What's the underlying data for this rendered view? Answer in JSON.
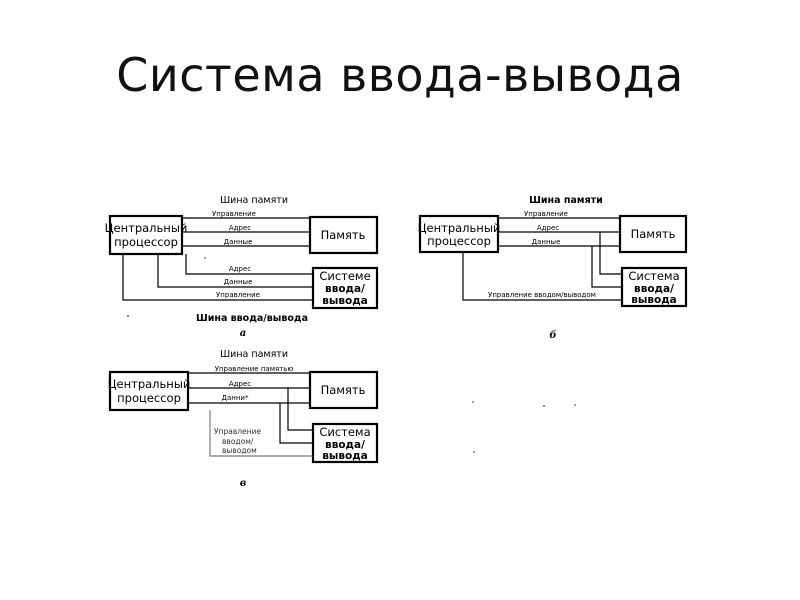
{
  "title": "Система ввода-вывода",
  "diagram_a": {
    "memory_bus_label": "Шина памяти",
    "io_bus_label": "Шина ввода/вывода",
    "cpu": [
      "Центральный",
      "процессор"
    ],
    "memory": "Память",
    "io": [
      "Системе",
      "ввода/",
      "вывода"
    ],
    "top_bus": [
      "Управление",
      "Адрес",
      "Данные"
    ],
    "bottom_bus": [
      "Адрес",
      "Данные",
      "Управление"
    ],
    "caption": "а"
  },
  "diagram_b": {
    "memory_bus_label": "Шина памяти",
    "cpu": [
      "Центральный",
      "процессор"
    ],
    "memory": "Память",
    "io": [
      "Система",
      "ввода/",
      "вывода"
    ],
    "top_bus": [
      "Управление",
      "Адрес",
      "Данные"
    ],
    "io_control": "Управление вводом/выводом",
    "caption": "б"
  },
  "diagram_c": {
    "memory_bus_label": "Шина памяти",
    "cpu": [
      "Центральный",
      "процессор"
    ],
    "memory": "Память",
    "io": [
      "Система",
      "ввода/",
      "вывода"
    ],
    "top_bus": [
      "Управление памятью",
      "Адрес",
      "Данни*"
    ],
    "io_control": [
      "Управление",
      "вводом/",
      "выводом"
    ],
    "caption": "в"
  }
}
